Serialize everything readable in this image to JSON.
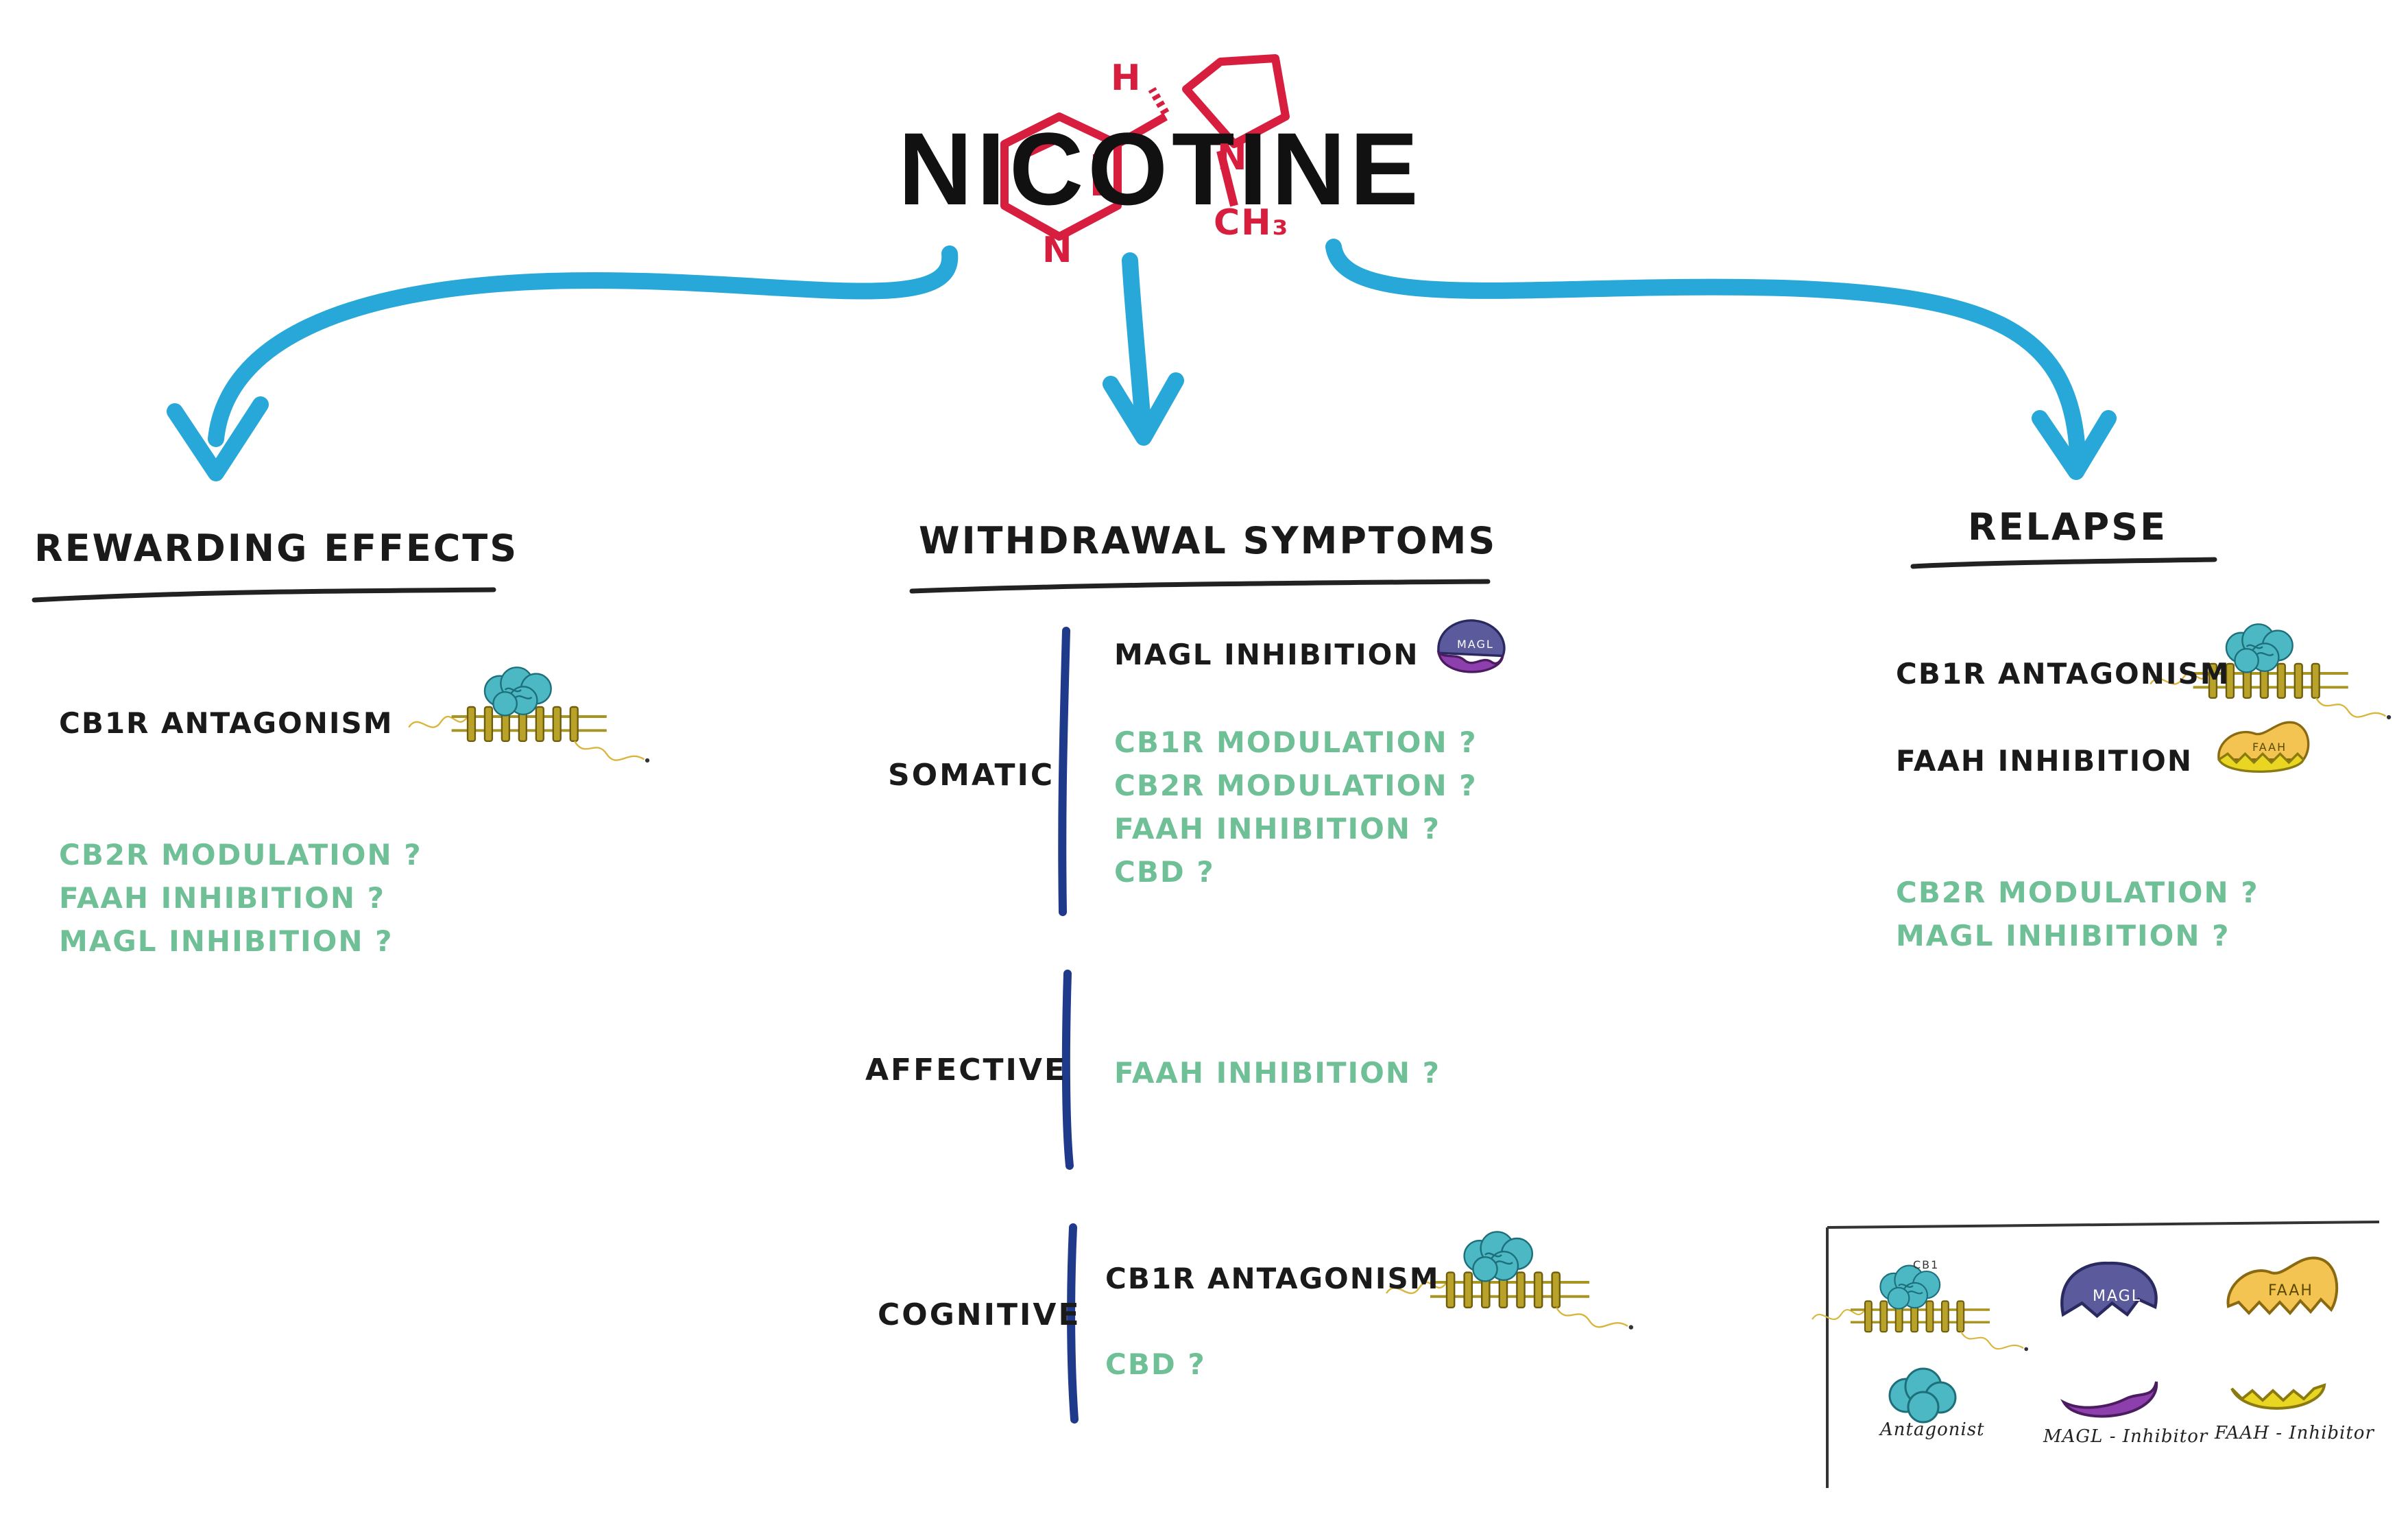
{
  "title": "NICOTINE",
  "molecule": {
    "atom_h": "H",
    "atom_n1": "N",
    "atom_n2": "N",
    "methyl": "CH₃"
  },
  "columns": {
    "rewarding": {
      "heading": "REWARDING EFFECTS",
      "confirmed": "CB1R ANTAGONISM",
      "possible": [
        "CB2R MODULATION ?",
        "FAAH INHIBITION ?",
        "MAGL INHIBITION ?"
      ]
    },
    "withdrawal": {
      "heading": "WITHDRAWAL SYMPTOMS",
      "somatic": {
        "label": "SOMATIC",
        "confirmed": "MAGL INHIBITION",
        "possible": [
          "CB1R MODULATION ?",
          "CB2R MODULATION ?",
          "FAAH INHIBITION ?",
          "CBD ?"
        ]
      },
      "affective": {
        "label": "AFFECTIVE",
        "possible": [
          "FAAH INHIBITION ?"
        ]
      },
      "cognitive": {
        "label": "COGNITIVE",
        "confirmed": "CB1R ANTAGONISM",
        "possible": [
          "CBD ?"
        ]
      }
    },
    "relapse": {
      "heading": "RELAPSE",
      "confirmed": [
        "CB1R ANTAGONISM",
        "FAAH INHIBITION"
      ],
      "possible": [
        "CB2R MODULATION ?",
        "MAGL INHIBITION ?"
      ]
    }
  },
  "icon_labels": {
    "magl": "MAGL",
    "faah": "FAAH",
    "cb1": "CB1"
  },
  "legend": {
    "items": [
      "Antagonist",
      "MAGL - Inhibitor",
      "FAAH - Inhibitor"
    ]
  },
  "colors": {
    "arrow": "#27a8d9",
    "molecule": "#d81e3f",
    "possible_text": "#6fbf97",
    "divider": "#1f3a8a",
    "magl": "#5a5a9c",
    "magl_inhibitor": "#8e3fae",
    "faah": "#f4c453",
    "faah_inhibitor": "#e8d623",
    "antagonist": "#4cb8c4",
    "receptor": "#a89420"
  }
}
